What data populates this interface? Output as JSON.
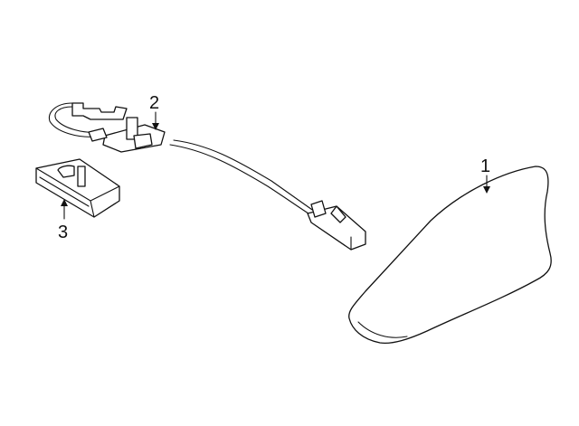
{
  "callouts": [
    {
      "id": "1",
      "label": "1"
    },
    {
      "id": "2",
      "label": "2"
    },
    {
      "id": "3",
      "label": "3"
    }
  ],
  "colors": {
    "line": "#111111",
    "background": "#ffffff"
  }
}
